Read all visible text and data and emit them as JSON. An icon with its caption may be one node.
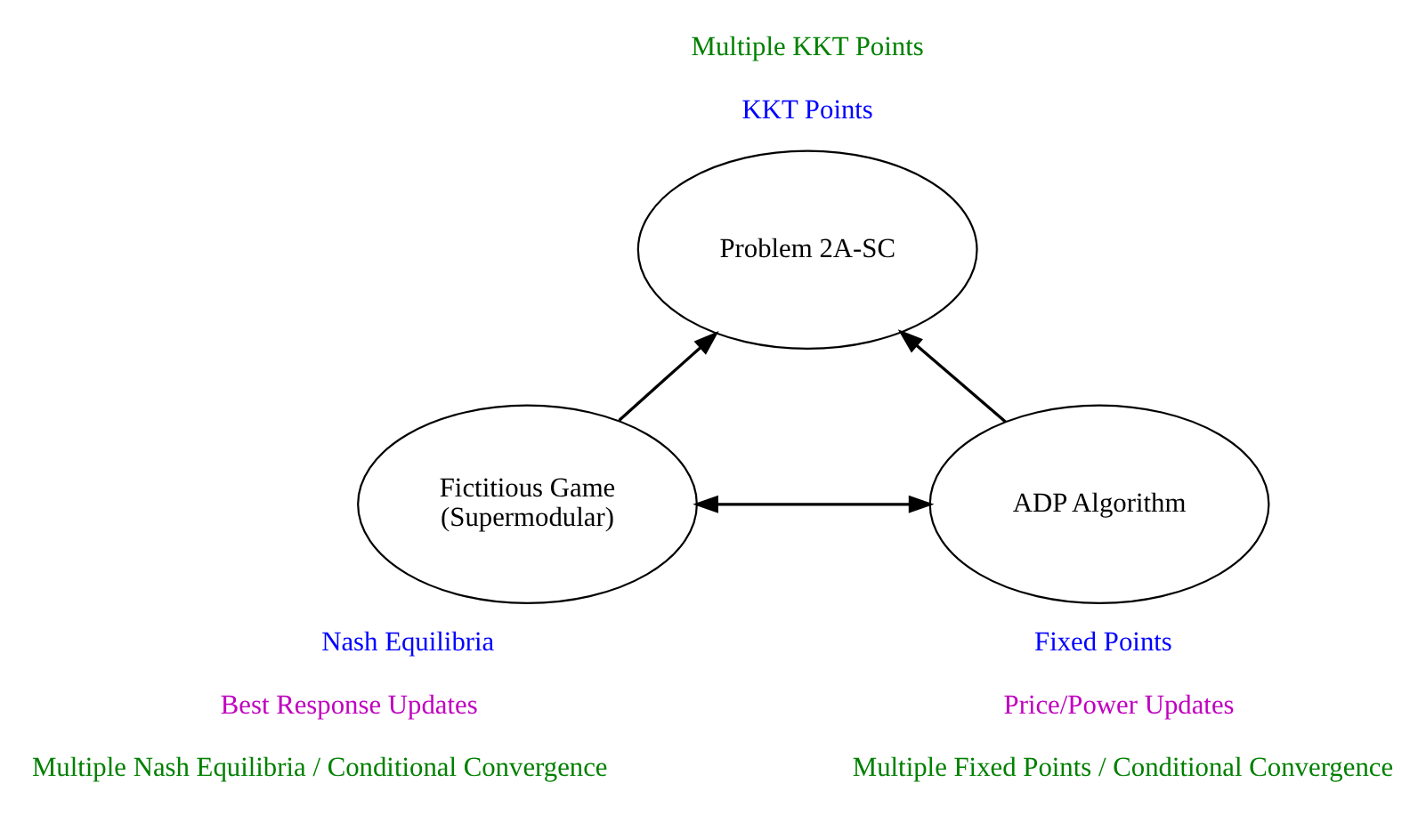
{
  "diagram": {
    "nodes": [
      {
        "text": [
          "Problem 2A-SC"
        ],
        "beside": [
          "Multiple KKT Points",
          "KKT Points"
        ]
      },
      {
        "text": [
          "Fictitious Game (Supermodular)"
        ],
        "beside": [
          "Nash Equilibria",
          "Best Response Updates",
          "Multiple Nash Equilibria / Conditional Convergence"
        ]
      },
      {
        "text": [
          "ADP Algorithm"
        ],
        "beside": [
          "Fixed Points",
          "Price/Power Updates",
          "Multiple Fixed Points / Conditional Convergence"
        ]
      }
    ],
    "edges": [
      {
        "from": 1,
        "to": 0,
        "arrow": "to"
      },
      {
        "from": 2,
        "to": 0,
        "arrow": "to"
      },
      {
        "from": 1,
        "to": 2,
        "arrow": "both"
      }
    ]
  }
}
